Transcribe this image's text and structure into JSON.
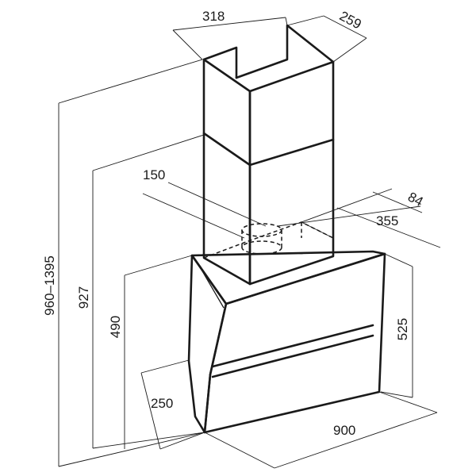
{
  "drawing": {
    "subject": "hood-technical-drawing",
    "dimensions": {
      "chimney_width": "318",
      "chimney_depth": "259",
      "duct_diameter": "150",
      "offset_depth": "84",
      "duct_distance": "355",
      "total_height_range": "960–1395",
      "bracket_height": "927",
      "hood_height_side": "490",
      "hood_height_front": "525",
      "bottom_depth": "250",
      "hood_width": "900"
    }
  }
}
